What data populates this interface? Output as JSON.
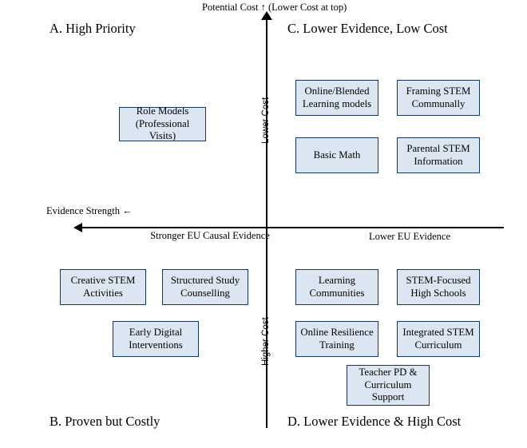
{
  "figure": {
    "type": "two-by-two-matrix",
    "top_axis_caption": "Potential Cost ↑ (Lower Cost at top)",
    "left_axis_caption": "Evidence Strength ←",
    "x_axis_left_label": "Stronger EU Causal\nEvidence",
    "x_axis_right_label": "Lower EU Evidence",
    "y_axis_upper_label": "Lower Cost",
    "y_axis_lower_label": "Higher Cost",
    "box_fill_color": "#dce6f2",
    "box_border_color": "#17365d",
    "axis_color": "#000000"
  },
  "quadrants": {
    "top_left": {
      "title": "A. High Priority",
      "items": [
        {
          "label": "Role Models\n(Professional Visits)"
        }
      ]
    },
    "top_right": {
      "title": "C. Lower Evidence, Low Cost",
      "items": [
        {
          "label": "Online/Blended\nLearning models"
        },
        {
          "label": "Framing STEM\nCommunally"
        },
        {
          "label": "Basic Math"
        },
        {
          "label": "Parental STEM\nInformation"
        }
      ]
    },
    "bottom_left": {
      "title": "B. Proven but Costly",
      "items": [
        {
          "label": "Creative STEM\nActivities"
        },
        {
          "label": "Structured Study\nCounselling"
        },
        {
          "label": "Early Digital\nInterventions"
        }
      ]
    },
    "bottom_right": {
      "title": "D. Lower Evidence & High Cost",
      "items": [
        {
          "label": "Learning\nCommunities"
        },
        {
          "label": "STEM-Focused\nHigh Schools"
        },
        {
          "label": "Online Resilience\nTraining"
        },
        {
          "label": "Integrated STEM\nCurriculum"
        },
        {
          "label": "Teacher PD &\nCurriculum\nSupport"
        }
      ]
    }
  }
}
